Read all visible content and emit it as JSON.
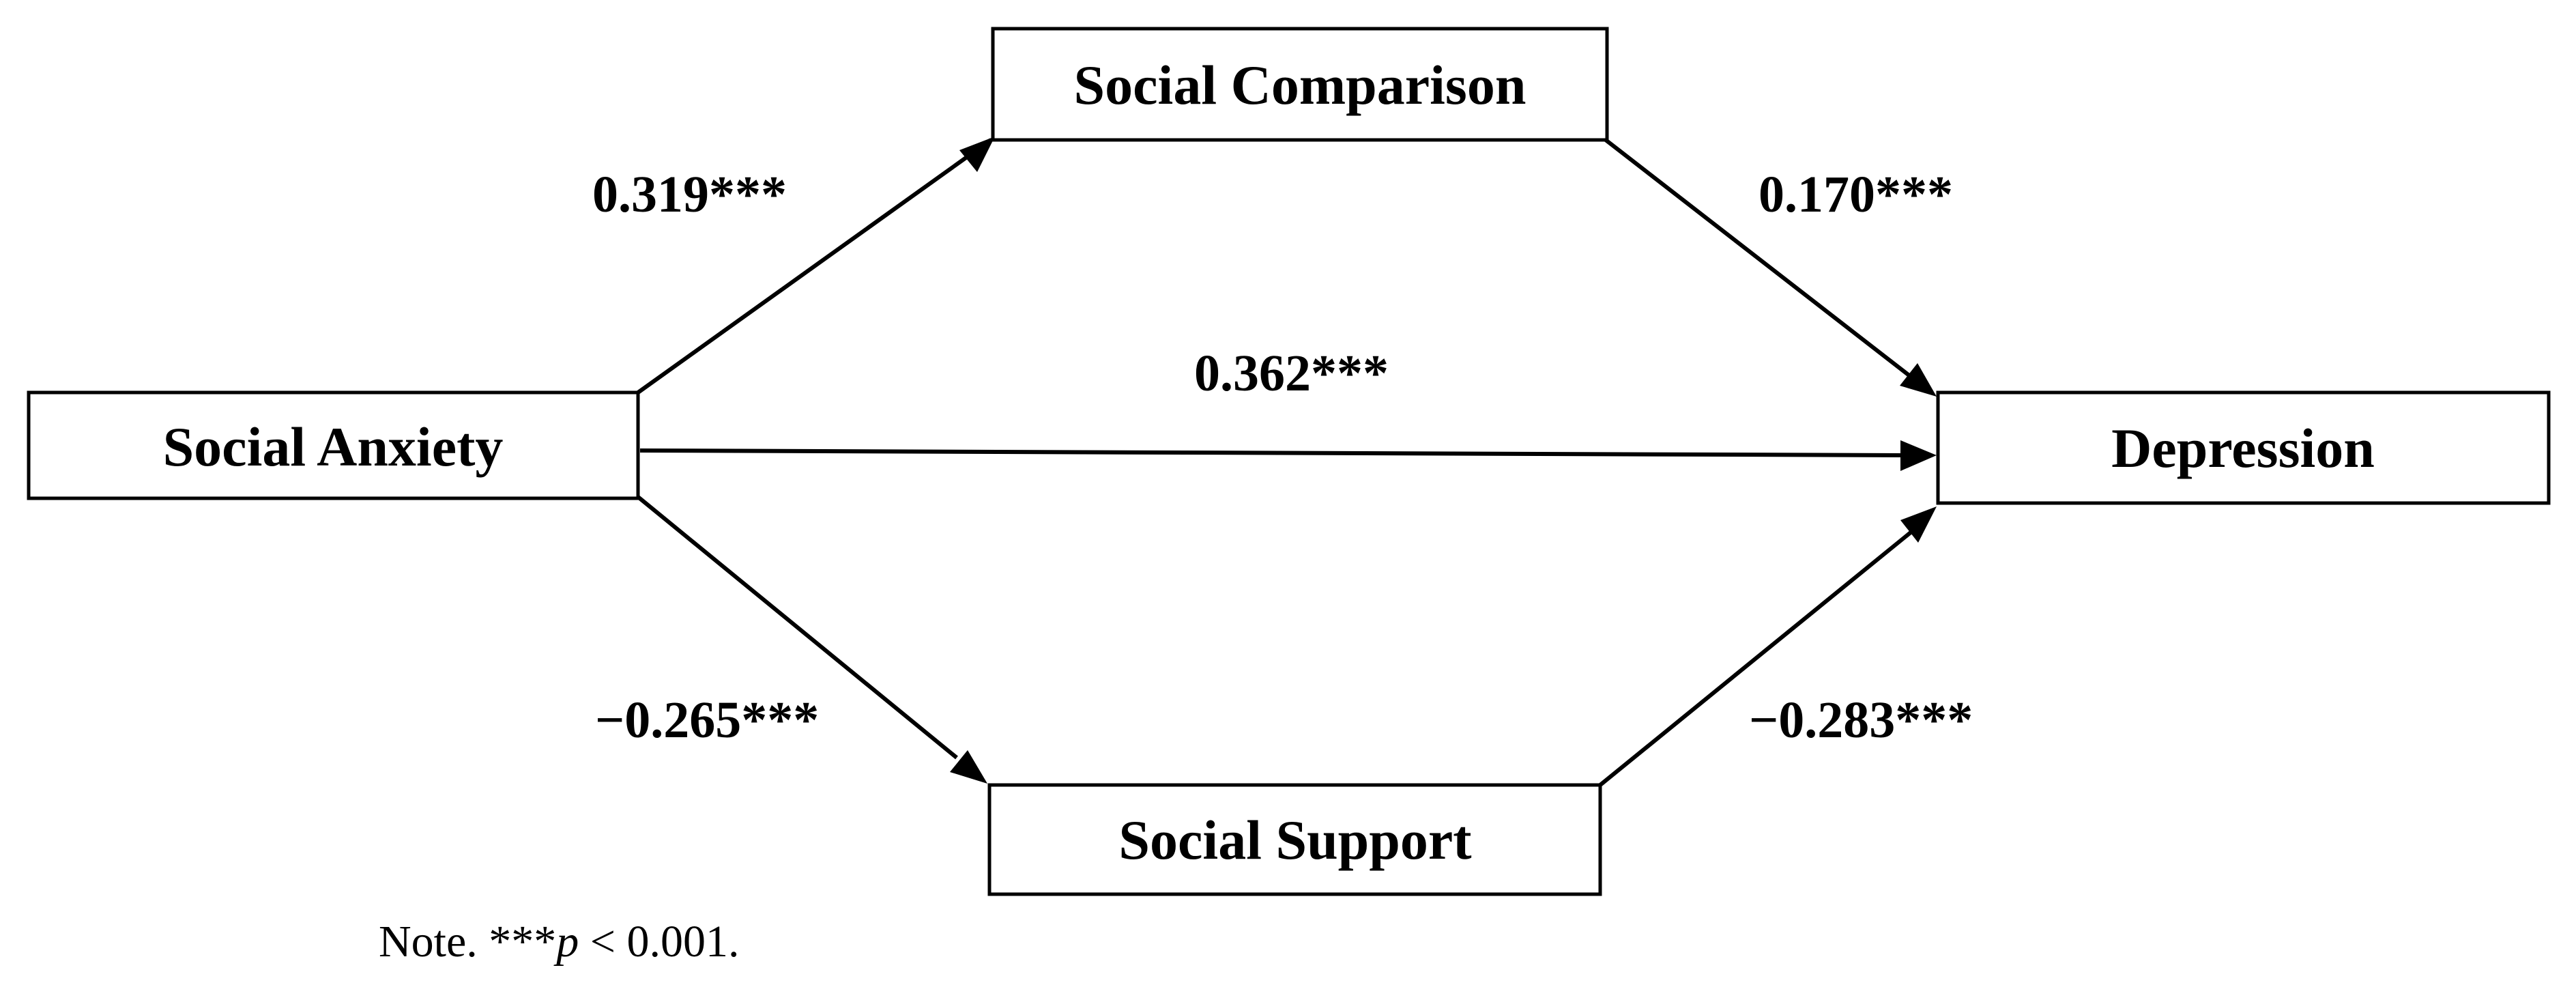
{
  "nodes": {
    "social_anxiety": "Social Anxiety",
    "social_comparison": "Social Comparison",
    "social_support": "Social Support",
    "depression": "Depression"
  },
  "paths": {
    "anxiety_to_comparison": "0.319***",
    "comparison_to_depression": "0.170***",
    "anxiety_to_depression": "0.362***",
    "anxiety_to_support": "−0.265***",
    "support_to_depression": "−0.283***"
  },
  "note": {
    "prefix": "Note. ***",
    "p_symbol": "p",
    "suffix": " < 0.001."
  }
}
